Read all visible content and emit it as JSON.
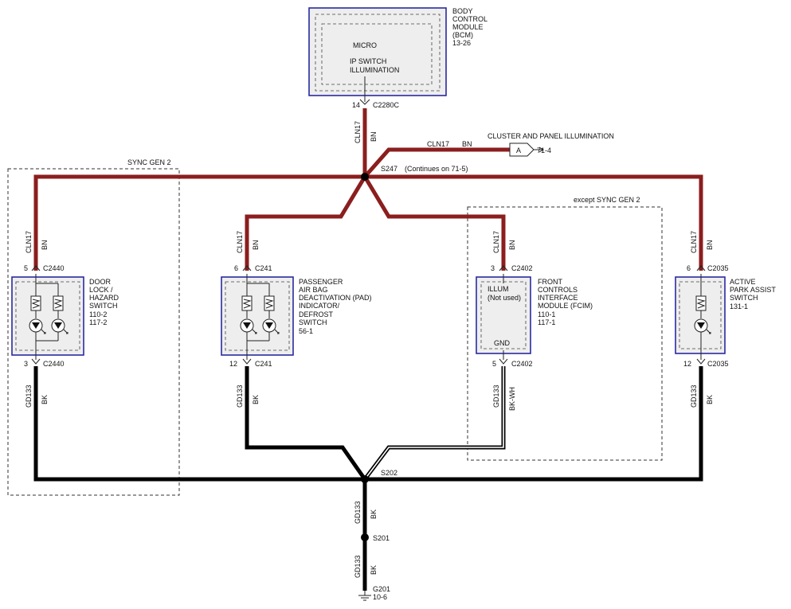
{
  "bcm": {
    "label_lines": [
      "BODY",
      "CONTROL",
      "MODULE",
      "(BCM)",
      "13-26"
    ],
    "micro": "MICRO",
    "ip_lines": [
      "IP SWITCH",
      "ILLUMINATION"
    ],
    "pin": "14",
    "connector": "C2280C"
  },
  "top_wire": {
    "circuit": "CLN17",
    "color": "BN"
  },
  "cluster": {
    "circuit": "CLN17",
    "color": "BN",
    "label": "CLUSTER AND PANEL ILLUMINATION",
    "flag": "A",
    "ref": "71-4"
  },
  "s247": {
    "label": "S247",
    "note": "(Continues on 71-5)"
  },
  "sync_gen2": "SYNC GEN 2",
  "except_sync": "except SYNC GEN 2",
  "door": {
    "label_lines": [
      "DOOR",
      "LOCK /",
      "HAZARD",
      "SWITCH",
      "110-2",
      "117-2"
    ],
    "top_pin": "5",
    "top_conn": "C2440",
    "bot_pin": "3",
    "bot_conn": "C2440",
    "in_circuit": "CLN17",
    "in_color": "BN",
    "out_circuit": "GD133",
    "out_color": "BK"
  },
  "pad": {
    "label_lines": [
      "PASSENGER",
      "AIR BAG",
      "DEACTIVATION (PAD)",
      "INDICATOR/",
      "DEFROST",
      "SWITCH",
      "56-1"
    ],
    "top_pin": "6",
    "top_conn": "C241",
    "bot_pin": "12",
    "bot_conn": "C241",
    "in_circuit": "CLN17",
    "in_color": "BN",
    "out_circuit": "GD133",
    "out_color": "BK"
  },
  "fcim": {
    "label_lines": [
      "FRONT",
      "CONTROLS",
      "INTERFACE",
      "MODULE (FCIM)",
      "110-1",
      "117-1"
    ],
    "illum": "ILLUM",
    "not_used": "(Not used)",
    "gnd": "GND",
    "top_pin": "3",
    "top_conn": "C2402",
    "bot_pin": "5",
    "bot_conn": "C2402",
    "in_circuit": "CLN17",
    "in_color": "BN",
    "out_circuit": "GD133",
    "out_color": "BK-WH"
  },
  "apa": {
    "label_lines": [
      "ACTIVE",
      "PARK ASSIST",
      "SWITCH",
      "131-1"
    ],
    "top_pin": "6",
    "top_conn": "C2035",
    "bot_pin": "12",
    "bot_conn": "C2035",
    "in_circuit": "CLN17",
    "in_color": "BN",
    "out_circuit": "GD133",
    "out_color": "BK"
  },
  "s202": "S202",
  "ground_wire1": {
    "circuit": "GD133",
    "color": "BK"
  },
  "s201": "S201",
  "ground_wire2": {
    "circuit": "GD133",
    "color": "BK"
  },
  "g201": {
    "label": "G201",
    "ref": "10-6"
  }
}
